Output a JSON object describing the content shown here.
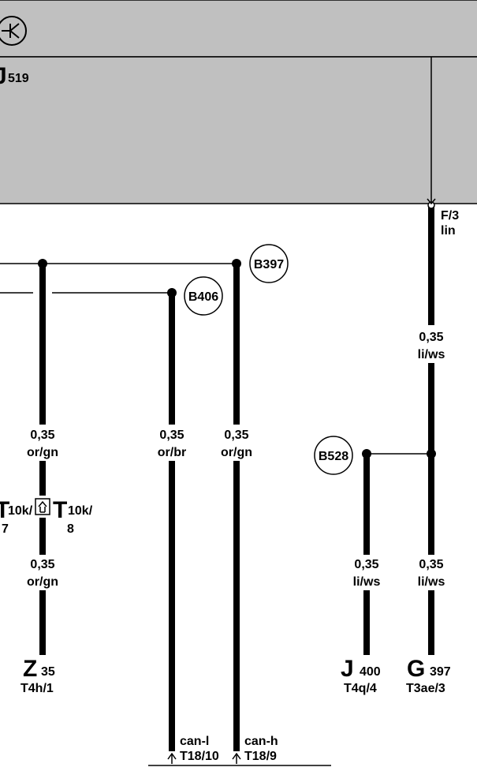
{
  "header": {
    "symbol": "ground-symbol-icon"
  },
  "control_unit": {
    "letter": "J",
    "number": "519"
  },
  "pin_f3": {
    "pin": "F/3",
    "signal": "lin"
  },
  "junctions": {
    "b397": "B397",
    "b406": "B406",
    "b528": "B528"
  },
  "wires": {
    "w1_top": {
      "size": "0,35",
      "color": "or/gn"
    },
    "w1_bottom": {
      "size": "0,35",
      "color": "or/gn"
    },
    "w2": {
      "size": "0,35",
      "color": "or/br"
    },
    "w3": {
      "size": "0,35",
      "color": "or/gn"
    },
    "w4_top": {
      "size": "0,35",
      "color": "li/ws"
    },
    "w4_bottom": {
      "size": "0,35",
      "color": "li/ws"
    },
    "w5": {
      "size": "0,35",
      "color": "li/ws"
    }
  },
  "connectors": {
    "t10k_left": {
      "letter": "T",
      "code": "10k/",
      "pin": "7"
    },
    "t10k_right": {
      "letter": "T",
      "code": "10k/",
      "pin": "8"
    }
  },
  "components": {
    "z35": {
      "letter": "Z",
      "number": "35",
      "pin": "T4h/1"
    },
    "j400": {
      "letter": "J",
      "number": "400",
      "pin": "T4q/4"
    },
    "g397": {
      "letter": "G",
      "number": "397",
      "pin": "T3ae/3"
    }
  },
  "bottom": {
    "can_l": {
      "signal": "can-l",
      "pin": "T18/10"
    },
    "can_h": {
      "signal": "can-h",
      "pin": "T18/9"
    }
  }
}
